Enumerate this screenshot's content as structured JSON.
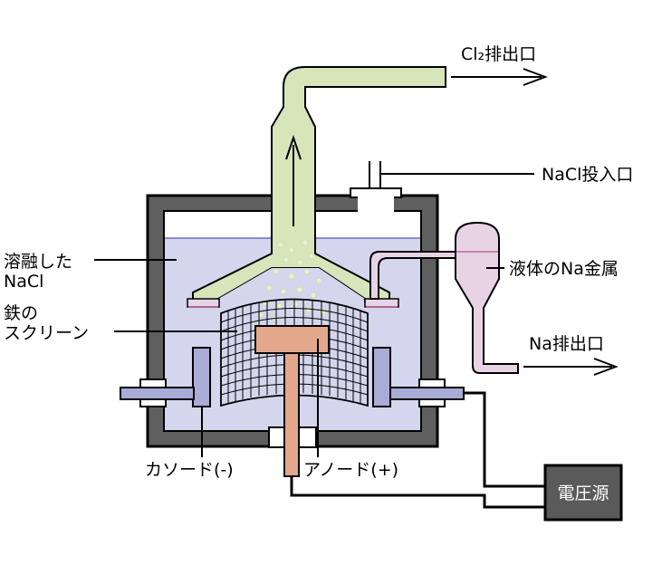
{
  "labels": {
    "cl2_outlet": "Cl₂排出口",
    "nacl_inlet": "NaCl投入口",
    "molten_nacl_line1": "溶融した",
    "molten_nacl_line2": "NaCl",
    "iron_screen_line1": "鉄の",
    "iron_screen_line2": "スクリーン",
    "liquid_na_metal": "液体のNa金属",
    "na_outlet": "Na排出口",
    "cathode": "カソード(-)",
    "anode": "アノード(+)",
    "power_source": "電圧源"
  },
  "colors": {
    "tank_wall": "#5f5f5f",
    "molten_salt": "#d3d6ec",
    "salt_surface": "#6a6fc0",
    "chlorine_gas": "#d7e5bb",
    "sodium_metal": "#e8d3e6",
    "sodium_edge": "#c0679a",
    "anode": "#e3a88c",
    "cathode": "#a9acd6",
    "power_box": "#5a5a5a"
  }
}
